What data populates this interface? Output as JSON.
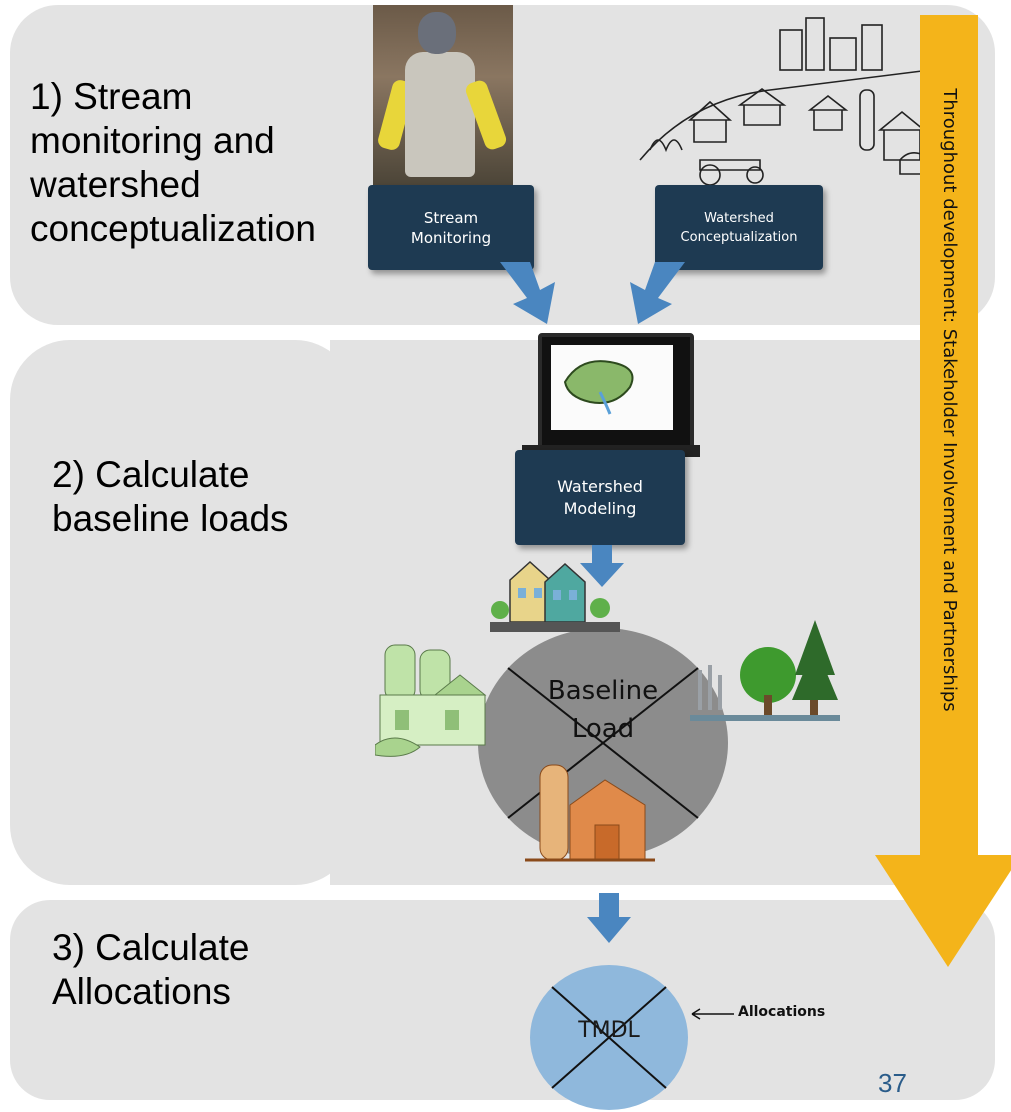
{
  "steps": {
    "step1": "1) Stream\nmonitoring and\nwatershed\nconceptualization",
    "step2": "2) Calculate\nbaseline loads",
    "step3": "3) Calculate\nAllocations"
  },
  "boxes": {
    "stream_monitoring": "Stream\nMonitoring",
    "watershed_conceptualization": "Watershed\nConceptualization",
    "watershed_modeling": "Watershed\nModeling"
  },
  "baseline_load": "Baseline\nLoad",
  "tmdl": "TMDL",
  "allocations_label": "Allocations",
  "side_banner": "Throughout development: Stakeholder Involvement and Partnerships",
  "page_number": "37",
  "colors": {
    "band_gray": "#e3e3e3",
    "box_navy": "#1e3a52",
    "arrow_blue": "#4a86c0",
    "banner_yellow": "#f4b41a",
    "tmdl_blue": "#8fb8dc"
  }
}
